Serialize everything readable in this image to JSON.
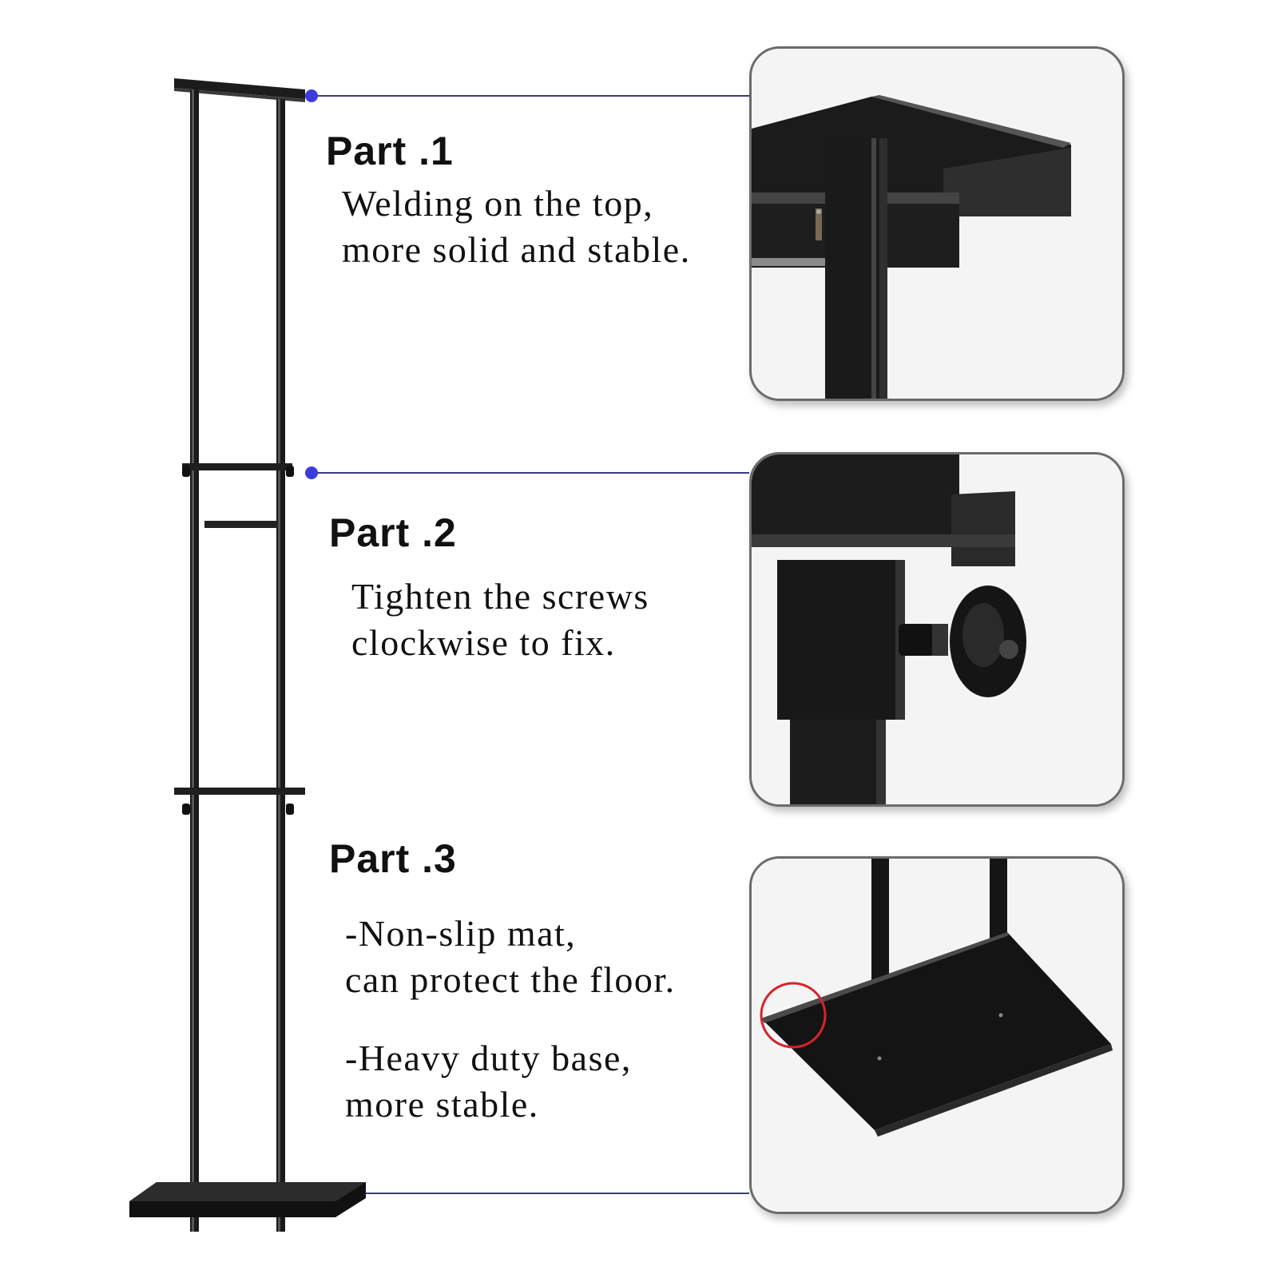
{
  "parts": [
    {
      "title": "Part .1",
      "lines": [
        "Welding on the top,",
        "more solid and stable."
      ],
      "detail": "top-weld-closeup"
    },
    {
      "title": "Part .2",
      "lines": [
        "Tighten the screws",
        "clockwise to fix."
      ],
      "detail": "screw-knob-closeup"
    },
    {
      "title": "Part .3",
      "lines": [
        "-Non-slip mat,",
        "can protect the floor.",
        "-Heavy duty base,",
        "more stable."
      ],
      "detail": "base-plate-closeup"
    }
  ],
  "colors": {
    "leader_line": "#3a3a8c",
    "leader_dot": "#3b3bdc",
    "highlight_circle": "#d8232a",
    "metal": "#1a1a1a"
  }
}
